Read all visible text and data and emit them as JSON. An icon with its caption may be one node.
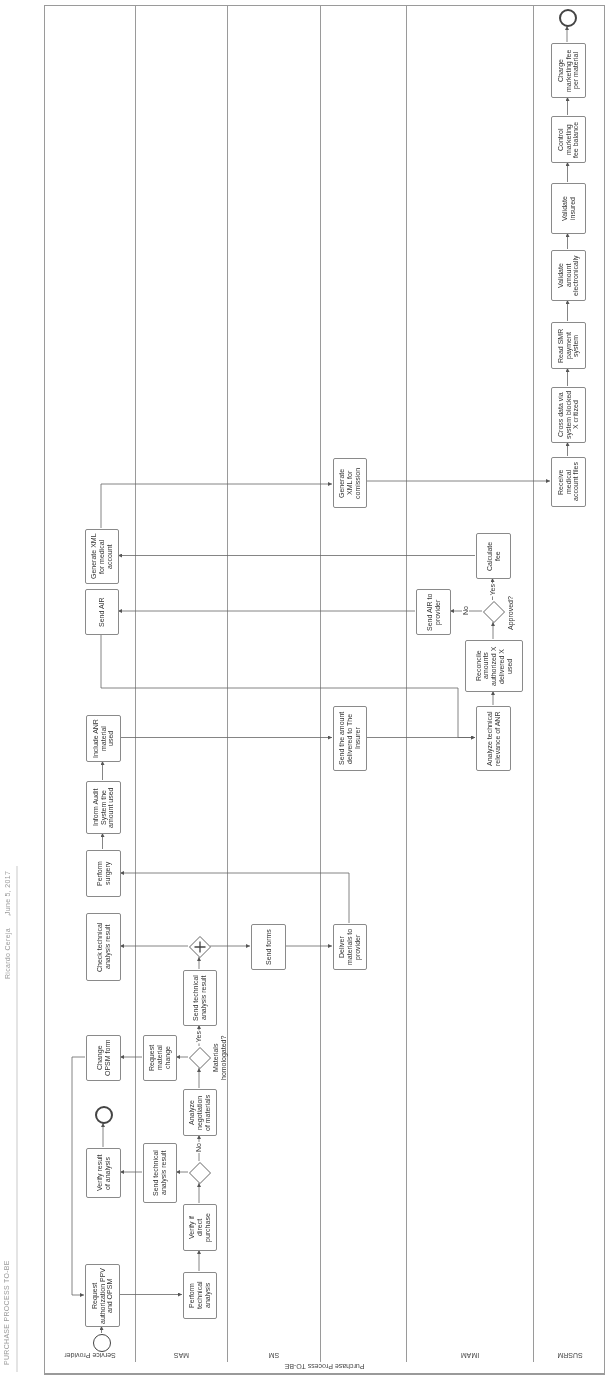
{
  "diagram": {
    "nodes": [
      {
        "text": [
          "Purchase Process TO-BE"
        ]
      },
      {
        "text": [
          "Service Provider"
        ],
        "in": 0
      },
      {
        "text": [
          "MAS"
        ],
        "in": 0
      },
      {
        "text": [
          "SM"
        ],
        "in": 0
      },
      {
        "text": [],
        "shape": "band",
        "in": 0
      },
      {
        "text": [
          "IMAM"
        ],
        "in": 0
      },
      {
        "text": [
          "SUSRM"
        ],
        "in": 0
      },
      {
        "text": [],
        "shape": "circle",
        "in": 1
      },
      {
        "text": [
          "Request authorization PPV and OPSM"
        ],
        "in": 1
      },
      {
        "text": [
          "Perform technical analysis"
        ],
        "in": 2
      },
      {
        "text": [
          "Verify if direct purchase"
        ],
        "in": 2
      },
      {
        "text": [],
        "shape": "diamond",
        "in": 2
      },
      {
        "text": [
          "Send technical analysis result"
        ],
        "in": 2
      },
      {
        "text": [
          "Verify result of analysis"
        ],
        "in": 1
      },
      {
        "text": [],
        "shape": "circle",
        "in": 1
      },
      {
        "text": [
          "Analyze negotiation of materials"
        ],
        "in": 2
      },
      {
        "text": [],
        "shape": "diamond",
        "in": 2,
        "beside": [
          "Materials homologated?"
        ]
      },
      {
        "text": [
          "Request material change"
        ],
        "in": 2
      },
      {
        "text": [
          "Change OPSM form"
        ],
        "in": 1
      },
      {
        "text": [
          "Send technical analysis result"
        ],
        "in": 2
      },
      {
        "text": [],
        "shape": "diamond",
        "in": 2
      },
      {
        "text": [
          "Check technical analysis result"
        ],
        "in": 1
      },
      {
        "text": [
          "Send forms"
        ],
        "in": 3
      },
      {
        "text": [
          "Deliver materials to provider"
        ],
        "in": 4
      },
      {
        "text": [
          "Perform surgery"
        ],
        "in": 1
      },
      {
        "text": [
          "Inform Audit System the amount used"
        ],
        "in": 1
      },
      {
        "text": [
          "Include ANR material used"
        ],
        "in": 1
      },
      {
        "text": [
          "Send the amount delivered to The Insurer"
        ],
        "in": 4
      },
      {
        "text": [
          "Analyze technical relevance of ANR"
        ],
        "in": 5
      },
      {
        "text": [
          "Reconcile amounts authorized X delivered X used"
        ],
        "in": 5
      },
      {
        "text": [],
        "shape": "diamond",
        "in": 5,
        "beside": [
          "Approved?"
        ]
      },
      {
        "text": [
          "Send AIR to provider"
        ],
        "in": 5
      },
      {
        "text": [
          "Calculate fee"
        ],
        "in": 5
      },
      {
        "text": [
          "Send AIR"
        ],
        "in": 1
      },
      {
        "text": [
          "Generate XML for medical account"
        ],
        "in": 1
      },
      {
        "text": [
          "Generate XML for comission"
        ],
        "in": 4
      },
      {
        "text": [
          "Receive medical account files"
        ],
        "in": 6
      },
      {
        "text": [
          "Cross data via system blocked X critized"
        ],
        "in": 6
      },
      {
        "text": [
          "Read SMR payment system"
        ],
        "in": 6
      },
      {
        "text": [
          "Validate amount electronically"
        ],
        "in": 6
      },
      {
        "text": [
          "Validate insured"
        ],
        "in": 6
      },
      {
        "text": [
          "Control marketing fee balance"
        ],
        "in": 6
      },
      {
        "text": [
          "Charge marketing fee per material"
        ],
        "in": 6
      },
      {
        "text": [],
        "shape": "circle",
        "in": 6
      }
    ],
    "edges": [
      {
        "from": 14,
        "to": 8,
        "arrow": "to"
      },
      {
        "from": 8,
        "to": 9,
        "arrow": "to"
      },
      {
        "from": 9,
        "to": 10,
        "arrow": "to"
      },
      {
        "from": 10,
        "to": 20,
        "arrow": "to"
      },
      {
        "from": 20,
        "to": 12,
        "arrow": "to"
      },
      {
        "from": 12,
        "to": 13,
        "arrow": "to"
      },
      {
        "from": 13,
        "to": 7,
        "arrow": "to"
      },
      {
        "from": 20,
        "to": 15,
        "arrow": "to",
        "label": "No"
      },
      {
        "from": 15,
        "to": 16,
        "arrow": "to"
      },
      {
        "from": 16,
        "to": 17,
        "arrow": "to"
      },
      {
        "from": 17,
        "to": 18,
        "arrow": "to"
      },
      {
        "from": 18,
        "to": 8,
        "arrow": "to"
      },
      {
        "from": 16,
        "to": 19,
        "arrow": "to",
        "label": "Yes"
      },
      {
        "from": 19,
        "to": 11,
        "arrow": "to"
      },
      {
        "from": 11,
        "to": 21,
        "arrow": "to"
      },
      {
        "from": 11,
        "to": 22,
        "arrow": "to"
      },
      {
        "from": 22,
        "to": 23,
        "arrow": "to"
      },
      {
        "from": 23,
        "to": 24,
        "arrow": "to"
      },
      {
        "from": 24,
        "to": 25,
        "arrow": "to"
      },
      {
        "from": 25,
        "to": 26,
        "arrow": "to"
      },
      {
        "from": 26,
        "to": 27,
        "arrow": "to"
      },
      {
        "from": 27,
        "to": 28,
        "arrow": "to"
      },
      {
        "from": 33,
        "to": 28,
        "arrow": "to"
      },
      {
        "from": 28,
        "to": 29,
        "arrow": "to"
      },
      {
        "from": 29,
        "to": 30,
        "arrow": "to"
      },
      {
        "from": 30,
        "to": 31,
        "arrow": "to",
        "label": "No"
      },
      {
        "from": 30,
        "to": 32,
        "arrow": "to",
        "label": "Yes"
      },
      {
        "from": 31,
        "to": 33,
        "arrow": "to"
      },
      {
        "from": 32,
        "to": 34,
        "arrow": "to"
      },
      {
        "from": 34,
        "to": 35,
        "arrow": "to"
      },
      {
        "from": 35,
        "to": 36,
        "arrow": "to"
      },
      {
        "from": 36,
        "to": 37,
        "arrow": "to"
      },
      {
        "from": 37,
        "to": 38,
        "arrow": "to"
      },
      {
        "from": 38,
        "to": 39,
        "arrow": "to"
      },
      {
        "from": 39,
        "to": 40,
        "arrow": "to"
      },
      {
        "from": 40,
        "to": 41,
        "arrow": "to"
      },
      {
        "from": 41,
        "to": 42,
        "arrow": "to"
      },
      {
        "from": 42,
        "to": 43,
        "arrow": "to"
      }
    ],
    "labels": [
      "PURCHASE PROCESS TO-BE",
      "Ricardo Cereja",
      "June 5, 2017"
    ]
  }
}
